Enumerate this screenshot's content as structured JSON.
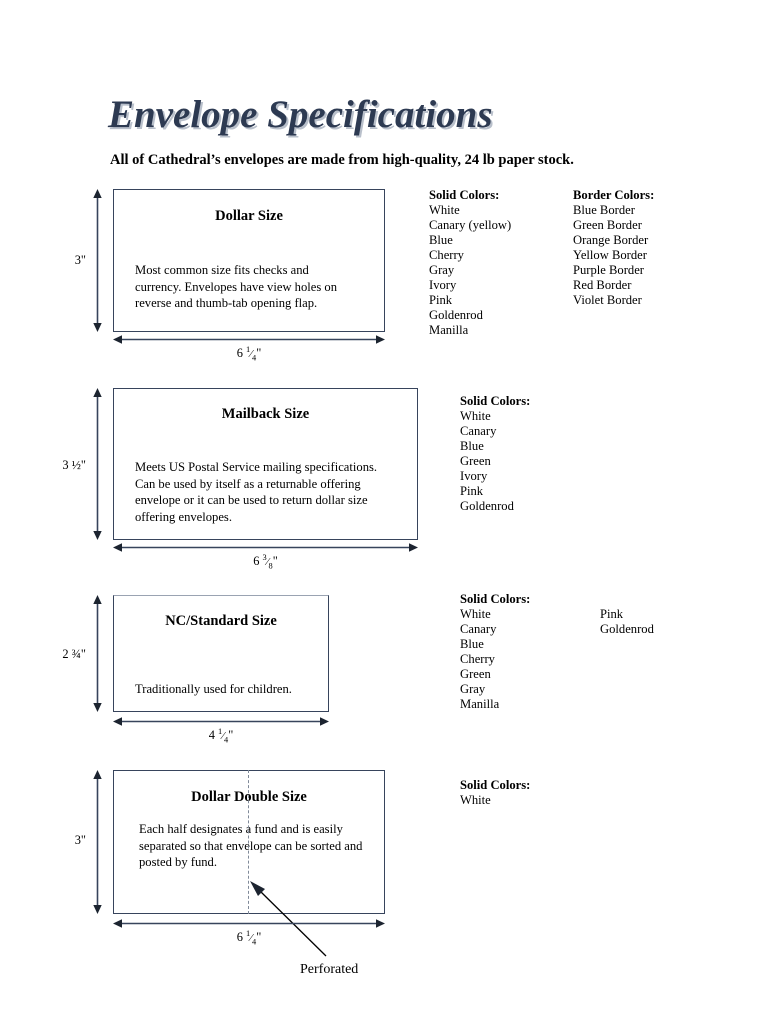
{
  "document": {
    "title": "Envelope Specifications",
    "subtitle": "All of Cathedral’s envelopes are made from high-quality, 24 lb paper stock."
  },
  "envelopes": [
    {
      "name": "Dollar Size",
      "description": "Most common size fits checks and currency. Envelopes have view holes on reverse and thumb-tab opening flap.",
      "height_label": "3\"",
      "width_label_whole": "6",
      "width_label_fraction_num": "1",
      "width_label_fraction_den": "4",
      "width_label_plain": "6 ¼\"",
      "color_columns": [
        {
          "heading": "Solid Colors:",
          "items": [
            "White",
            "Canary (yellow)",
            "Blue",
            "Cherry",
            "Gray",
            "Ivory",
            "Pink",
            "Goldenrod",
            "Manilla"
          ]
        },
        {
          "heading": "Border Colors:",
          "items": [
            "Blue Border",
            "Green Border",
            "Orange Border",
            "Yellow Border",
            "Purple Border",
            "Red Border",
            "Violet Border"
          ]
        }
      ]
    },
    {
      "name": "Mailback Size",
      "description": "Meets US Postal Service mailing specifications. Can be used by itself as a returnable offering envelope or it can be used to return dollar size offering envelopes.",
      "height_label": "3 ½\"",
      "width_label_whole": "6",
      "width_label_fraction_num": "3",
      "width_label_fraction_den": "8",
      "width_label_plain": "6 3/8\"",
      "color_columns": [
        {
          "heading": "Solid Colors:",
          "items": [
            "White",
            "Canary",
            "Blue",
            "Green",
            "Ivory",
            "Pink",
            "Goldenrod"
          ]
        }
      ]
    },
    {
      "name": "NC/Standard Size",
      "description": "Traditionally used for children.",
      "height_label": "2 ¾\"",
      "width_label_whole": "4",
      "width_label_fraction_num": "1",
      "width_label_fraction_den": "4",
      "width_label_plain": "4 ¼\"",
      "color_columns": [
        {
          "heading": "Solid Colors:",
          "items": [
            "White",
            "Canary",
            "Blue",
            "Cherry",
            "Green",
            "Gray",
            "Manilla"
          ]
        },
        {
          "heading": "",
          "items": [
            "Pink",
            "Goldenrod"
          ]
        }
      ]
    },
    {
      "name": "Dollar Double Size",
      "description": "Each half designates a fund and is easily separated so that envelope can be sorted and posted by fund.",
      "height_label": "3\"",
      "width_label_whole": "6",
      "width_label_fraction_num": "1",
      "width_label_fraction_den": "4",
      "width_label_plain": "6 ¼\"",
      "perforation_label": "Perforated",
      "color_columns": [
        {
          "heading": "Solid Colors:",
          "items": [
            "White"
          ]
        }
      ]
    }
  ],
  "colors": {
    "title_text": "#2d3a52",
    "title_shadow": "#b9c0cb",
    "box_border": "#37445c",
    "perforation": "#808a99",
    "body_text": "#000000"
  }
}
